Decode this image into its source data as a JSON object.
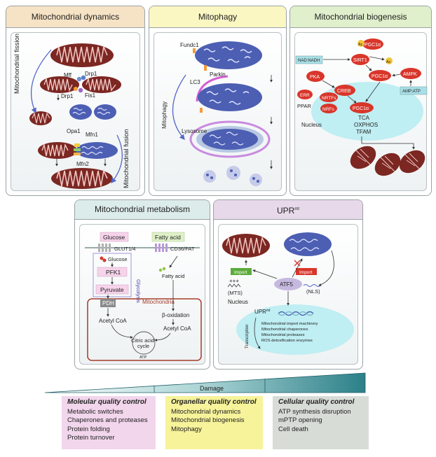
{
  "panels": {
    "dynamics": {
      "title": "Mitochondrial dynamics",
      "fission": "Mitochondrial fission",
      "fusion": "Mitochondrial fusion",
      "mff": "Mff",
      "drp1_top": "Drp1",
      "drp1_left": "Drp1",
      "fis1": "Fis1",
      "opa1": "Opa1",
      "mfn1": "Mfn1",
      "mfn2": "Mfn2"
    },
    "mitophagy": {
      "title": "Mitophagy",
      "fundc1": "Fundc1",
      "parkin": "Parkin",
      "lc3": "LC3",
      "side": "Mitophagy",
      "lysosome": "Lysosome"
    },
    "biogenesis": {
      "title": "Mitochondrial biogenesis",
      "nad": "NAD:NADH",
      "amp": "AMP:ATP",
      "pgc_top": "PGC1α",
      "ac1": "Ac",
      "ac2": "Ac",
      "sirt1": "SIRT1",
      "pgc_mid": "PGC1α",
      "ampk": "AMPK",
      "pka": "PKA",
      "creb": "CREB",
      "err": "ERR",
      "nrf_a": "NRTFs",
      "nrf_b": "NRFs",
      "pgc_low": "PGC1α",
      "ppar": "PPAR",
      "nucleus": "Nucleus",
      "tca": "TCA",
      "oxphos": "OXPHOS",
      "tfam": "TFAM"
    },
    "metabolism": {
      "title": "Mitochondrial metabolism",
      "glucose_box": "Glucose",
      "fatty_box": "Fatty acid",
      "glut": "GLUT1/4",
      "cd36": "CD36/FAT",
      "glucose_in": "Glucose",
      "fatty_in": "Fatty acid",
      "pfk1": "PFK1",
      "pyruvate": "Pyruvate",
      "glycolysis": "Glycolysis",
      "mito": "Mitochondria",
      "pdh": "PDH",
      "boxid": "β-oxidation",
      "acoa1": "Acetyl CoA",
      "acoa2": "Acetyl CoA",
      "citric1": "Citric acid",
      "citric2": "cycle",
      "atp": "ATP"
    },
    "upr": {
      "title": "UPR",
      "title_sup": "mt",
      "import1": "Import",
      "import2": "Import",
      "plus": "+++",
      "mts": "(MTS)",
      "atf5": "ATF5",
      "nls": "(NLS)",
      "nucleus": "Nucleus",
      "upr2": "UPR",
      "upr2_sup": "mt",
      "transcription": "Transcription",
      "items": [
        "Mitochondrial import machinery",
        "Mitochondrial chaperones",
        "Mitochondrial proteases",
        "ROS detoxification enzymes"
      ]
    }
  },
  "damage": {
    "label": "Damage"
  },
  "qc": [
    {
      "heading": "Moleular quality control",
      "items": [
        "Metabolic switches",
        "Chaperones and proteases",
        "Protein folding",
        "Protein turnover"
      ],
      "color": "#f2d6ec"
    },
    {
      "heading": "Organellar quality control",
      "items": [
        "Mitochondrial dynamics",
        "Mitochondrial biogenesis",
        "Mitophagy"
      ],
      "color": "#f7f39a"
    },
    {
      "heading": "Cellular quality control",
      "items": [
        "ATP synthesis disruption",
        "mPTP opening",
        "Cell death"
      ],
      "color": "#d8dcd6"
    }
  ],
  "colors": {
    "mito_red": "#7c2722",
    "mito_blue": "#4d5fb3",
    "prot_red": "#d9362b",
    "nucleus": "#bfeef3",
    "dyn_head": "#f6e2c4",
    "mitoph_head": "#fbf7c2",
    "bio_head": "#e0efcc",
    "met_head": "#dcecea",
    "upr_head": "#e7d8ea"
  }
}
